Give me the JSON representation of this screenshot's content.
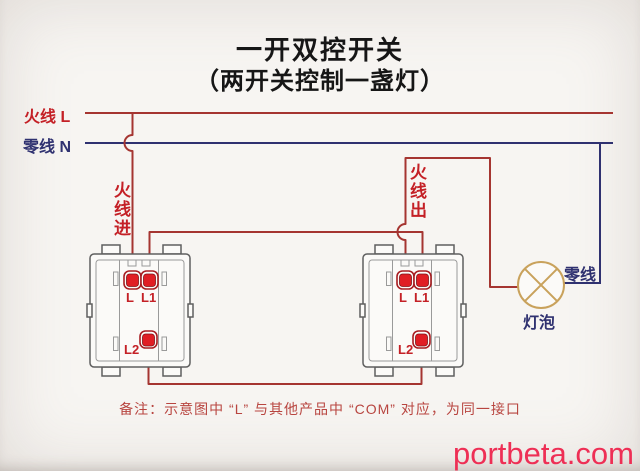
{
  "title": {
    "line1": "一开双控开关",
    "line2": "（两开关控制一盏灯）"
  },
  "bus_labels": {
    "live": "火线 L",
    "neutral": "零线 N"
  },
  "wire_annotations": {
    "live_in": "火线进",
    "live_out": "火线出",
    "neutral_to_lamp": "零线",
    "lamp": "灯泡"
  },
  "switches": [
    {
      "id": "left-switch",
      "terminals": {
        "com": "L",
        "t1": "L1",
        "t2": "L2"
      }
    },
    {
      "id": "right-switch",
      "terminals": {
        "com": "L",
        "t1": "L1",
        "t2": "L2"
      }
    }
  ],
  "footnote": "备注：示意图中 “L” 与其他产品中 “COM” 对应，为同一接口",
  "watermark": "portbeta.com",
  "colors": {
    "live_wire": "#a53531",
    "neutral_wire": "#2f3170",
    "label_red": "#c42026",
    "terminal_fill": "#e01e24",
    "terminal_ring": "#a81d21",
    "lamp_outline": "#c9a25c",
    "note_text": "#b84540",
    "watermark": "#ee2f55",
    "title_text": "#161616"
  }
}
